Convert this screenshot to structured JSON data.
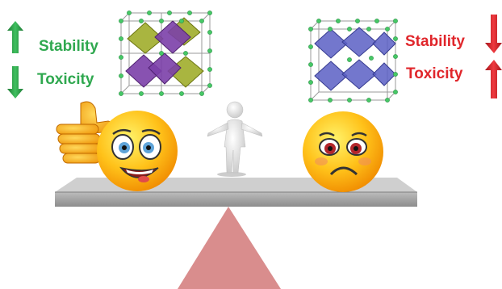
{
  "left_panel": {
    "stability_label": "Stability",
    "toxicity_label": "Toxicity",
    "stability_trend": "up",
    "toxicity_trend": "down",
    "label_color": "#2fa84f",
    "crystal_colors": [
      "#9aa81e",
      "#7b3fa8"
    ]
  },
  "right_panel": {
    "stability_label": "Stability",
    "toxicity_label": "Toxicity",
    "stability_trend": "down",
    "toxicity_trend": "up",
    "label_color": "#e0262b",
    "crystal_colors": [
      "#5a5fc4",
      "#6a70d0"
    ]
  },
  "icons": [
    "up-arrow-icon",
    "down-arrow-icon",
    "thumbs-up-icon",
    "happy-emoji-icon",
    "sad-emoji-icon",
    "person-figure-icon",
    "crystal-structure-icon"
  ],
  "balance": {
    "beam_color": "#9a9a9a",
    "fulcrum_color": "#d98d8d"
  }
}
